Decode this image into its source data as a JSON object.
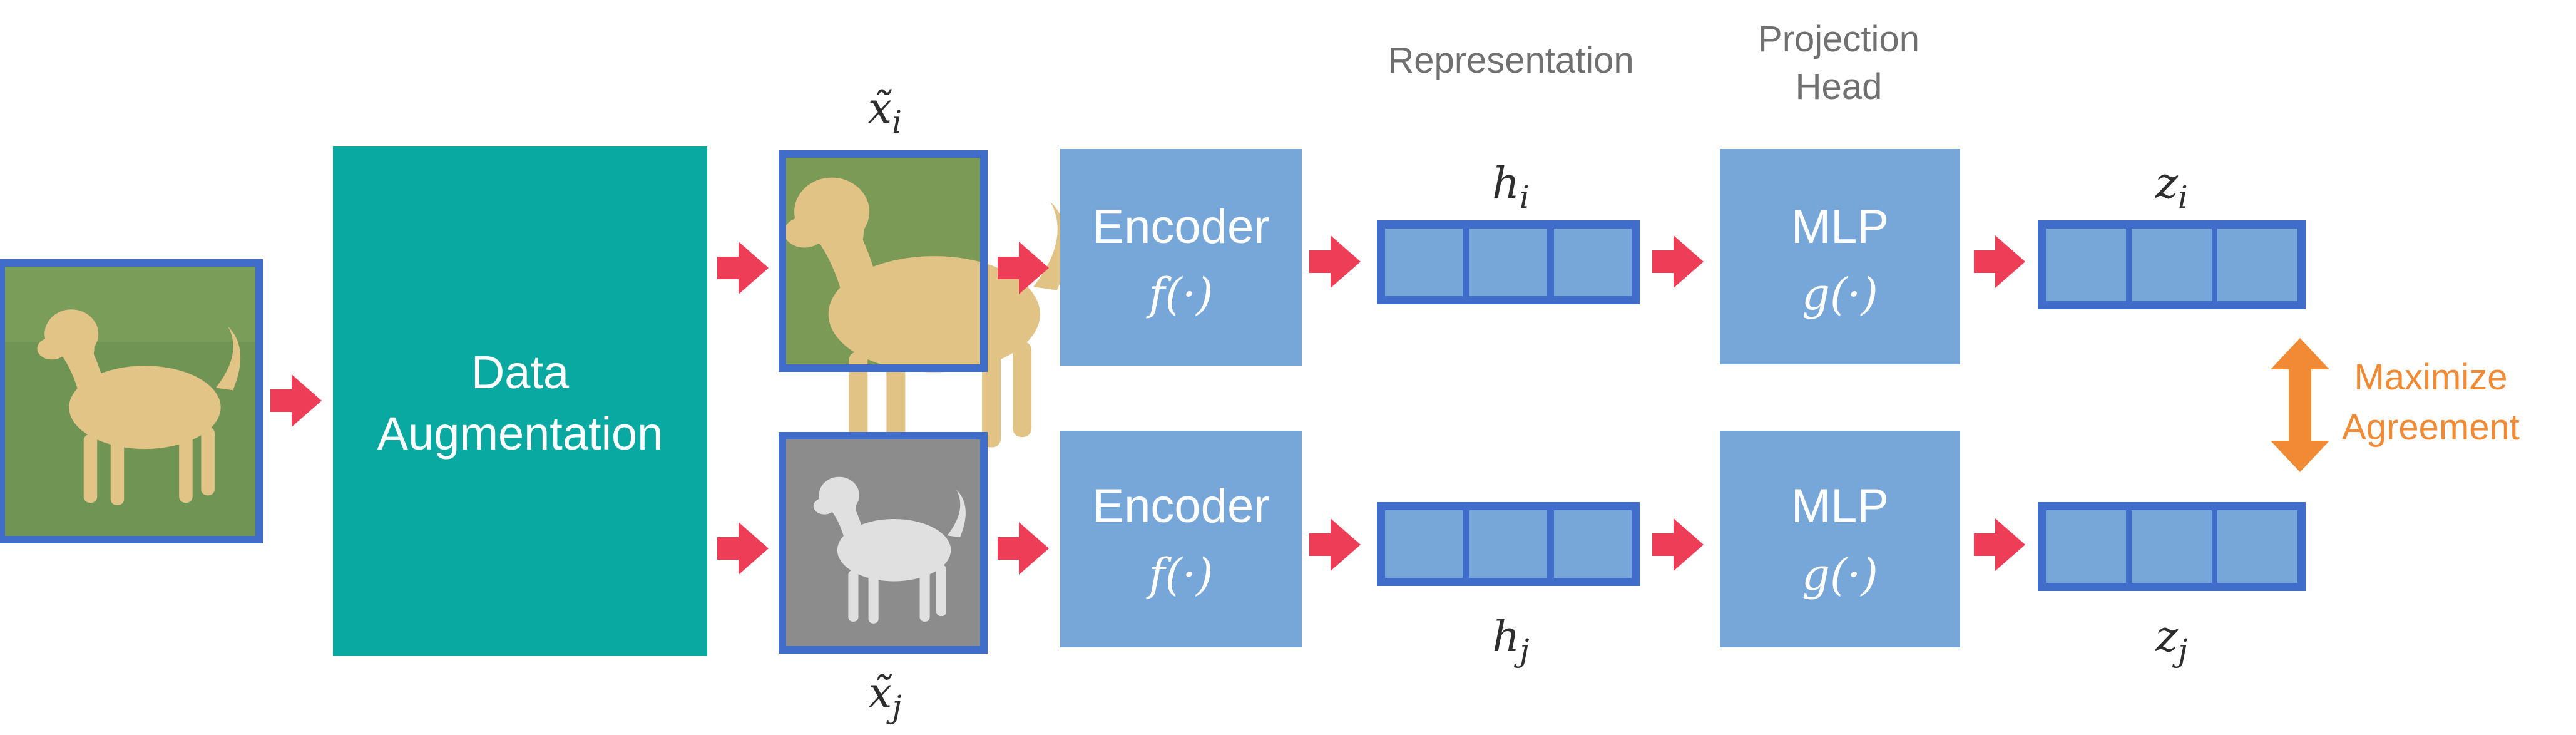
{
  "colors": {
    "teal": "#09a8a1",
    "box_blue": "#76a7d8",
    "border_blue": "#3f6dc9",
    "arrow_red": "#ee3d57",
    "orange": "#f08a35",
    "label_gray": "#707070",
    "text_dark": "#2e2e2e"
  },
  "augmentation": {
    "line1": "Data",
    "line2": "Augmentation"
  },
  "labels": {
    "representation": "Representation",
    "projection_line1": "Projection",
    "projection_line2": "Head",
    "maximize_line1": "Maximize",
    "maximize_line2": "Agreement"
  },
  "branches": {
    "top": {
      "view_label": "x̃_i",
      "encoder_title": "Encoder",
      "encoder_fn": "f(·)",
      "h_label": "h_i",
      "mlp_title": "MLP",
      "mlp_fn": "g(·)",
      "z_label": "z_i"
    },
    "bottom": {
      "view_label": "x̃_j",
      "encoder_title": "Encoder",
      "encoder_fn": "f(·)",
      "h_label": "h_j",
      "mlp_title": "MLP",
      "mlp_fn": "g(·)",
      "z_label": "z_j"
    }
  },
  "icons": {
    "input_image": "dog-photo-icon",
    "view_i_image": "dog-photo-color-crop-icon",
    "view_j_image": "dog-photo-grayscale-icon"
  }
}
